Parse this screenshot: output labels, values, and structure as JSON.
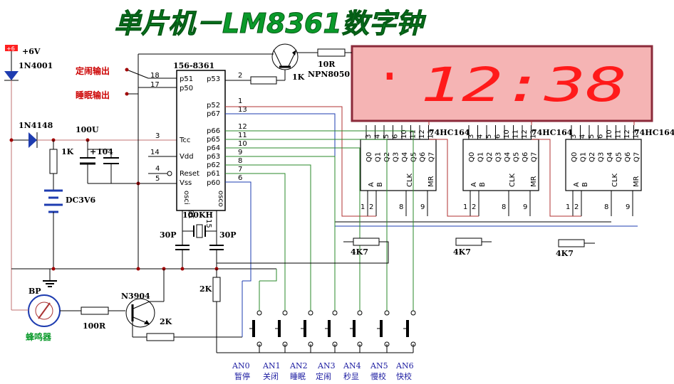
{
  "title": "单片机－LM8361数字钟",
  "display": {
    "dot": "·",
    "time": "12:38"
  },
  "chip": {
    "name": "156-8361",
    "pins_left": [
      {
        "num": "18",
        "name": "p51"
      },
      {
        "num": "17",
        "name": "p50"
      },
      {
        "num": "3",
        "name": "Tcc"
      },
      {
        "num": "14",
        "name": "Vdd"
      },
      {
        "num": "4",
        "name": "Reset"
      },
      {
        "num": "5",
        "name": "Vss"
      }
    ],
    "pins_right": [
      {
        "num": "2",
        "name": "p53"
      },
      {
        "num": "1",
        "name": "p52"
      },
      {
        "num": "13",
        "name": "p67"
      },
      {
        "num": "12",
        "name": "p66"
      },
      {
        "num": "11",
        "name": "p65"
      },
      {
        "num": "10",
        "name": "p64"
      },
      {
        "num": "9",
        "name": "p63"
      },
      {
        "num": "8",
        "name": "p62"
      },
      {
        "num": "7",
        "name": "p61"
      },
      {
        "num": "6",
        "name": "p60"
      }
    ],
    "osc1": "osci",
    "osc2": "osco",
    "pin16": "16",
    "pin15": "15"
  },
  "labels": {
    "supply": "+6V",
    "supply_sym": "+6",
    "d1": "1N4001",
    "d2": "1N4148",
    "timer_out": "定闹输出",
    "sleep_out": "睡眠输出",
    "r_1k_tr": "1K",
    "r_10r": "10R",
    "q1": "NPN8050",
    "c_100u": "100U",
    "c_104": "104",
    "c_plus": "+",
    "r_1k": "1K",
    "battery": "DC3V6",
    "crystal": "100KH",
    "c30a": "30P",
    "c30b": "30P",
    "r_2k_v": "2K",
    "bp": "BP",
    "buzzer": "蜂鸣器",
    "r_100r": "100R",
    "q2": "N3904",
    "r_2k_h": "2K",
    "r4k7": [
      "4K7",
      "4K7",
      "4K7"
    ]
  },
  "shift_regs": {
    "name": "74HC164",
    "top_pins": [
      "3",
      "4",
      "5",
      "6",
      "10",
      "11",
      "12",
      "13"
    ],
    "q_labels": [
      "Q0",
      "Q1",
      "Q2",
      "Q3",
      "Q4",
      "Q5",
      "Q6",
      "Q7"
    ],
    "bottom_labels": [
      "A",
      "B",
      "CLK",
      "MR"
    ],
    "bottom_pins": [
      "1",
      "2",
      "8",
      "9"
    ]
  },
  "buttons": [
    {
      "id": "AN0",
      "label": "暂停"
    },
    {
      "id": "AN1",
      "label": "关闭"
    },
    {
      "id": "AN2",
      "label": "睡眠"
    },
    {
      "id": "AN3",
      "label": "定闹"
    },
    {
      "id": "AN4",
      "label": "秒显"
    },
    {
      "id": "AN5",
      "label": "慢校"
    },
    {
      "id": "AN6",
      "label": "快校"
    }
  ]
}
